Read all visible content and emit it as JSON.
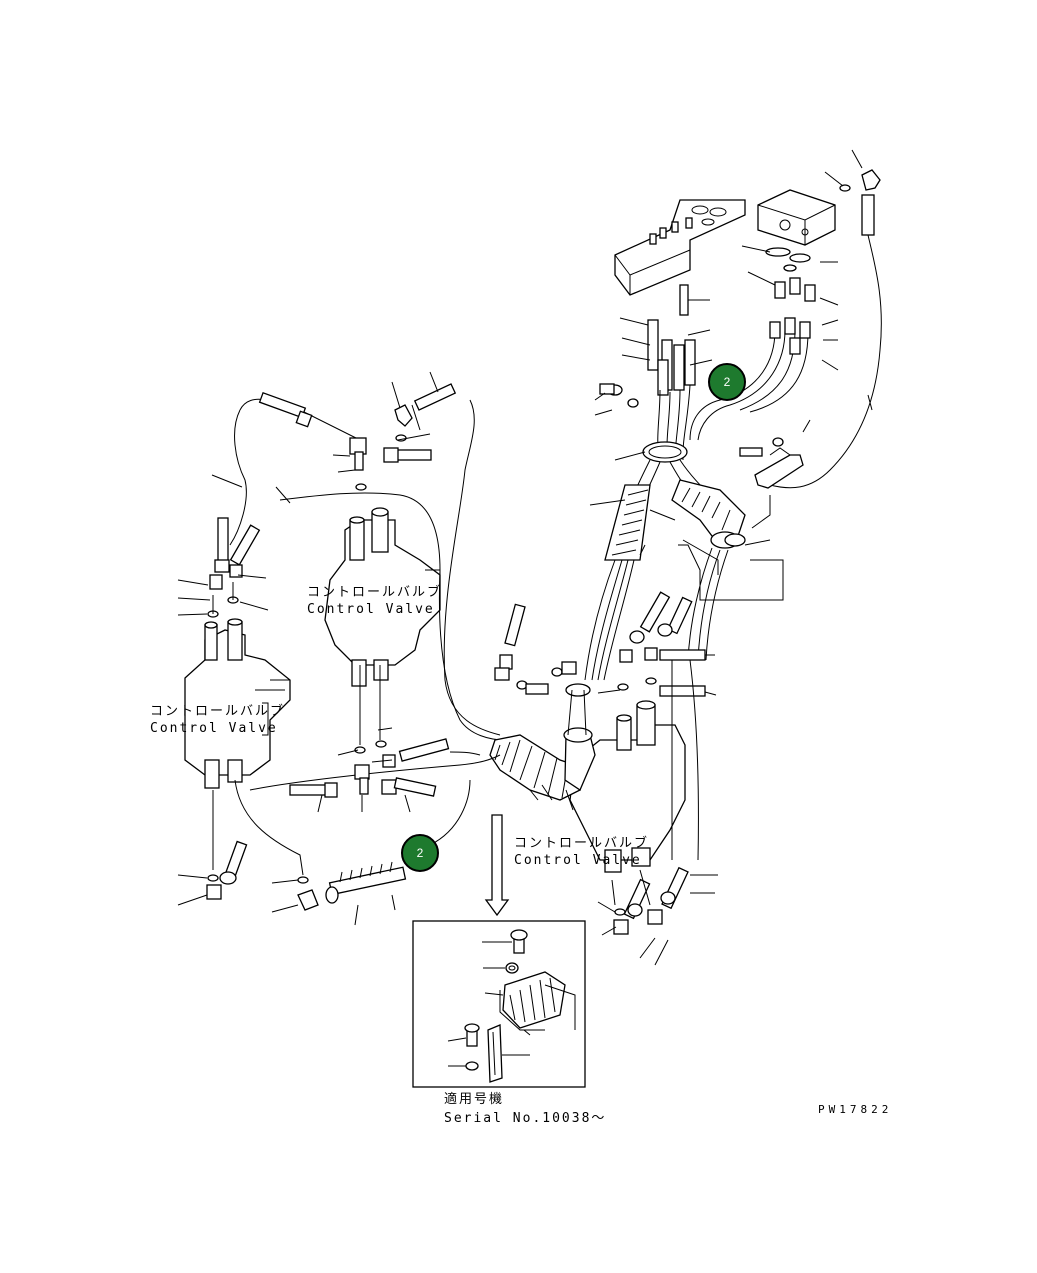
{
  "labels": {
    "control_valve_left_ja": "コントロールバルブ",
    "control_valve_left_en": "Control Valve",
    "control_valve_center_ja": "コントロールバルブ",
    "control_valve_center_en": "Control Valve",
    "control_valve_right_ja": "コントロールバルブ",
    "control_valve_right_en": "Control Valve",
    "applicable_model_ja": "適用号機",
    "serial_no": "Serial No.10038～",
    "drawing_code": "PW17822"
  },
  "markers": [
    {
      "number": "2",
      "color": "#1e7a2e"
    },
    {
      "number": "2",
      "color": "#1e7a2e"
    }
  ]
}
